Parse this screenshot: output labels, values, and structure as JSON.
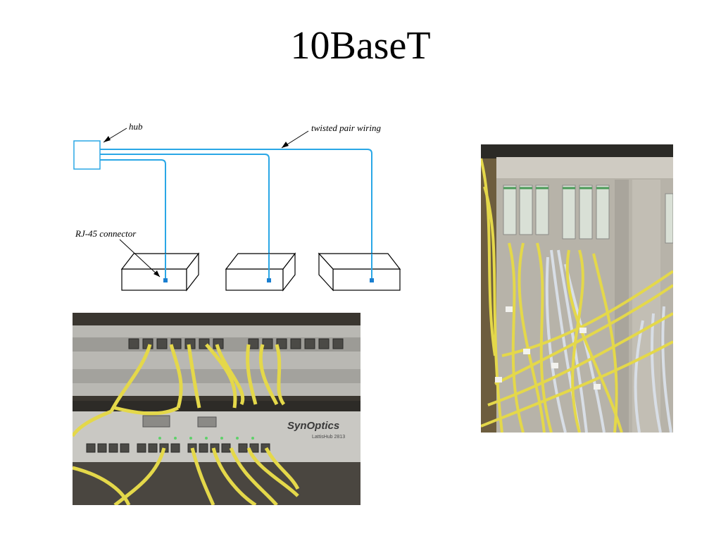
{
  "slide": {
    "title": "10BaseT"
  },
  "diagram": {
    "hub_label": "hub",
    "wiring_label": "twisted pair wiring",
    "connector_label": "RJ-45 connector",
    "wire_color": "#2aa7e6"
  },
  "hub_photo": {
    "brand": "SynOptics",
    "model": "LattisHub 2813",
    "cable_color": "#e4d84a"
  },
  "rack_photo": {
    "cable_colors": [
      "#e4d84a",
      "#d8dee6"
    ]
  }
}
